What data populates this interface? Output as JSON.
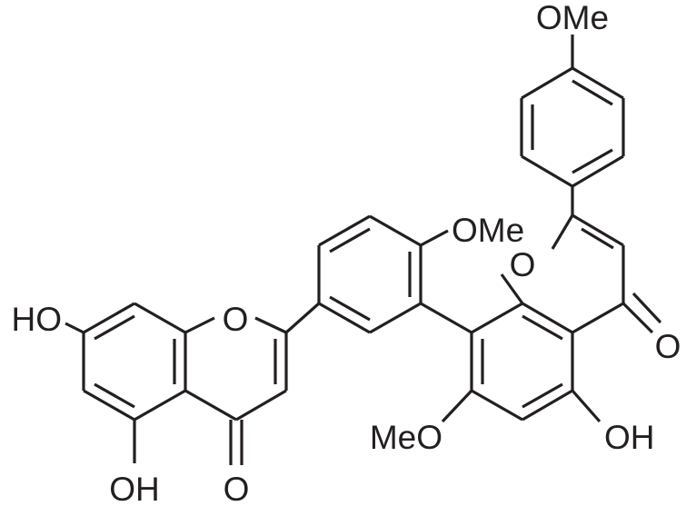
{
  "labels": {
    "ome_top": "OMe",
    "ome_mid": "OMe",
    "o_ring_right": "O",
    "o_carbonyl_right": "O",
    "oh_right": "OH",
    "meo": "MeO",
    "ho_left": "HO",
    "o_ring_left": "O",
    "oh_bottom": "OH",
    "o_carbonyl_left": "O"
  },
  "colors": {
    "ink": "#231f20",
    "background": "#ffffff"
  }
}
